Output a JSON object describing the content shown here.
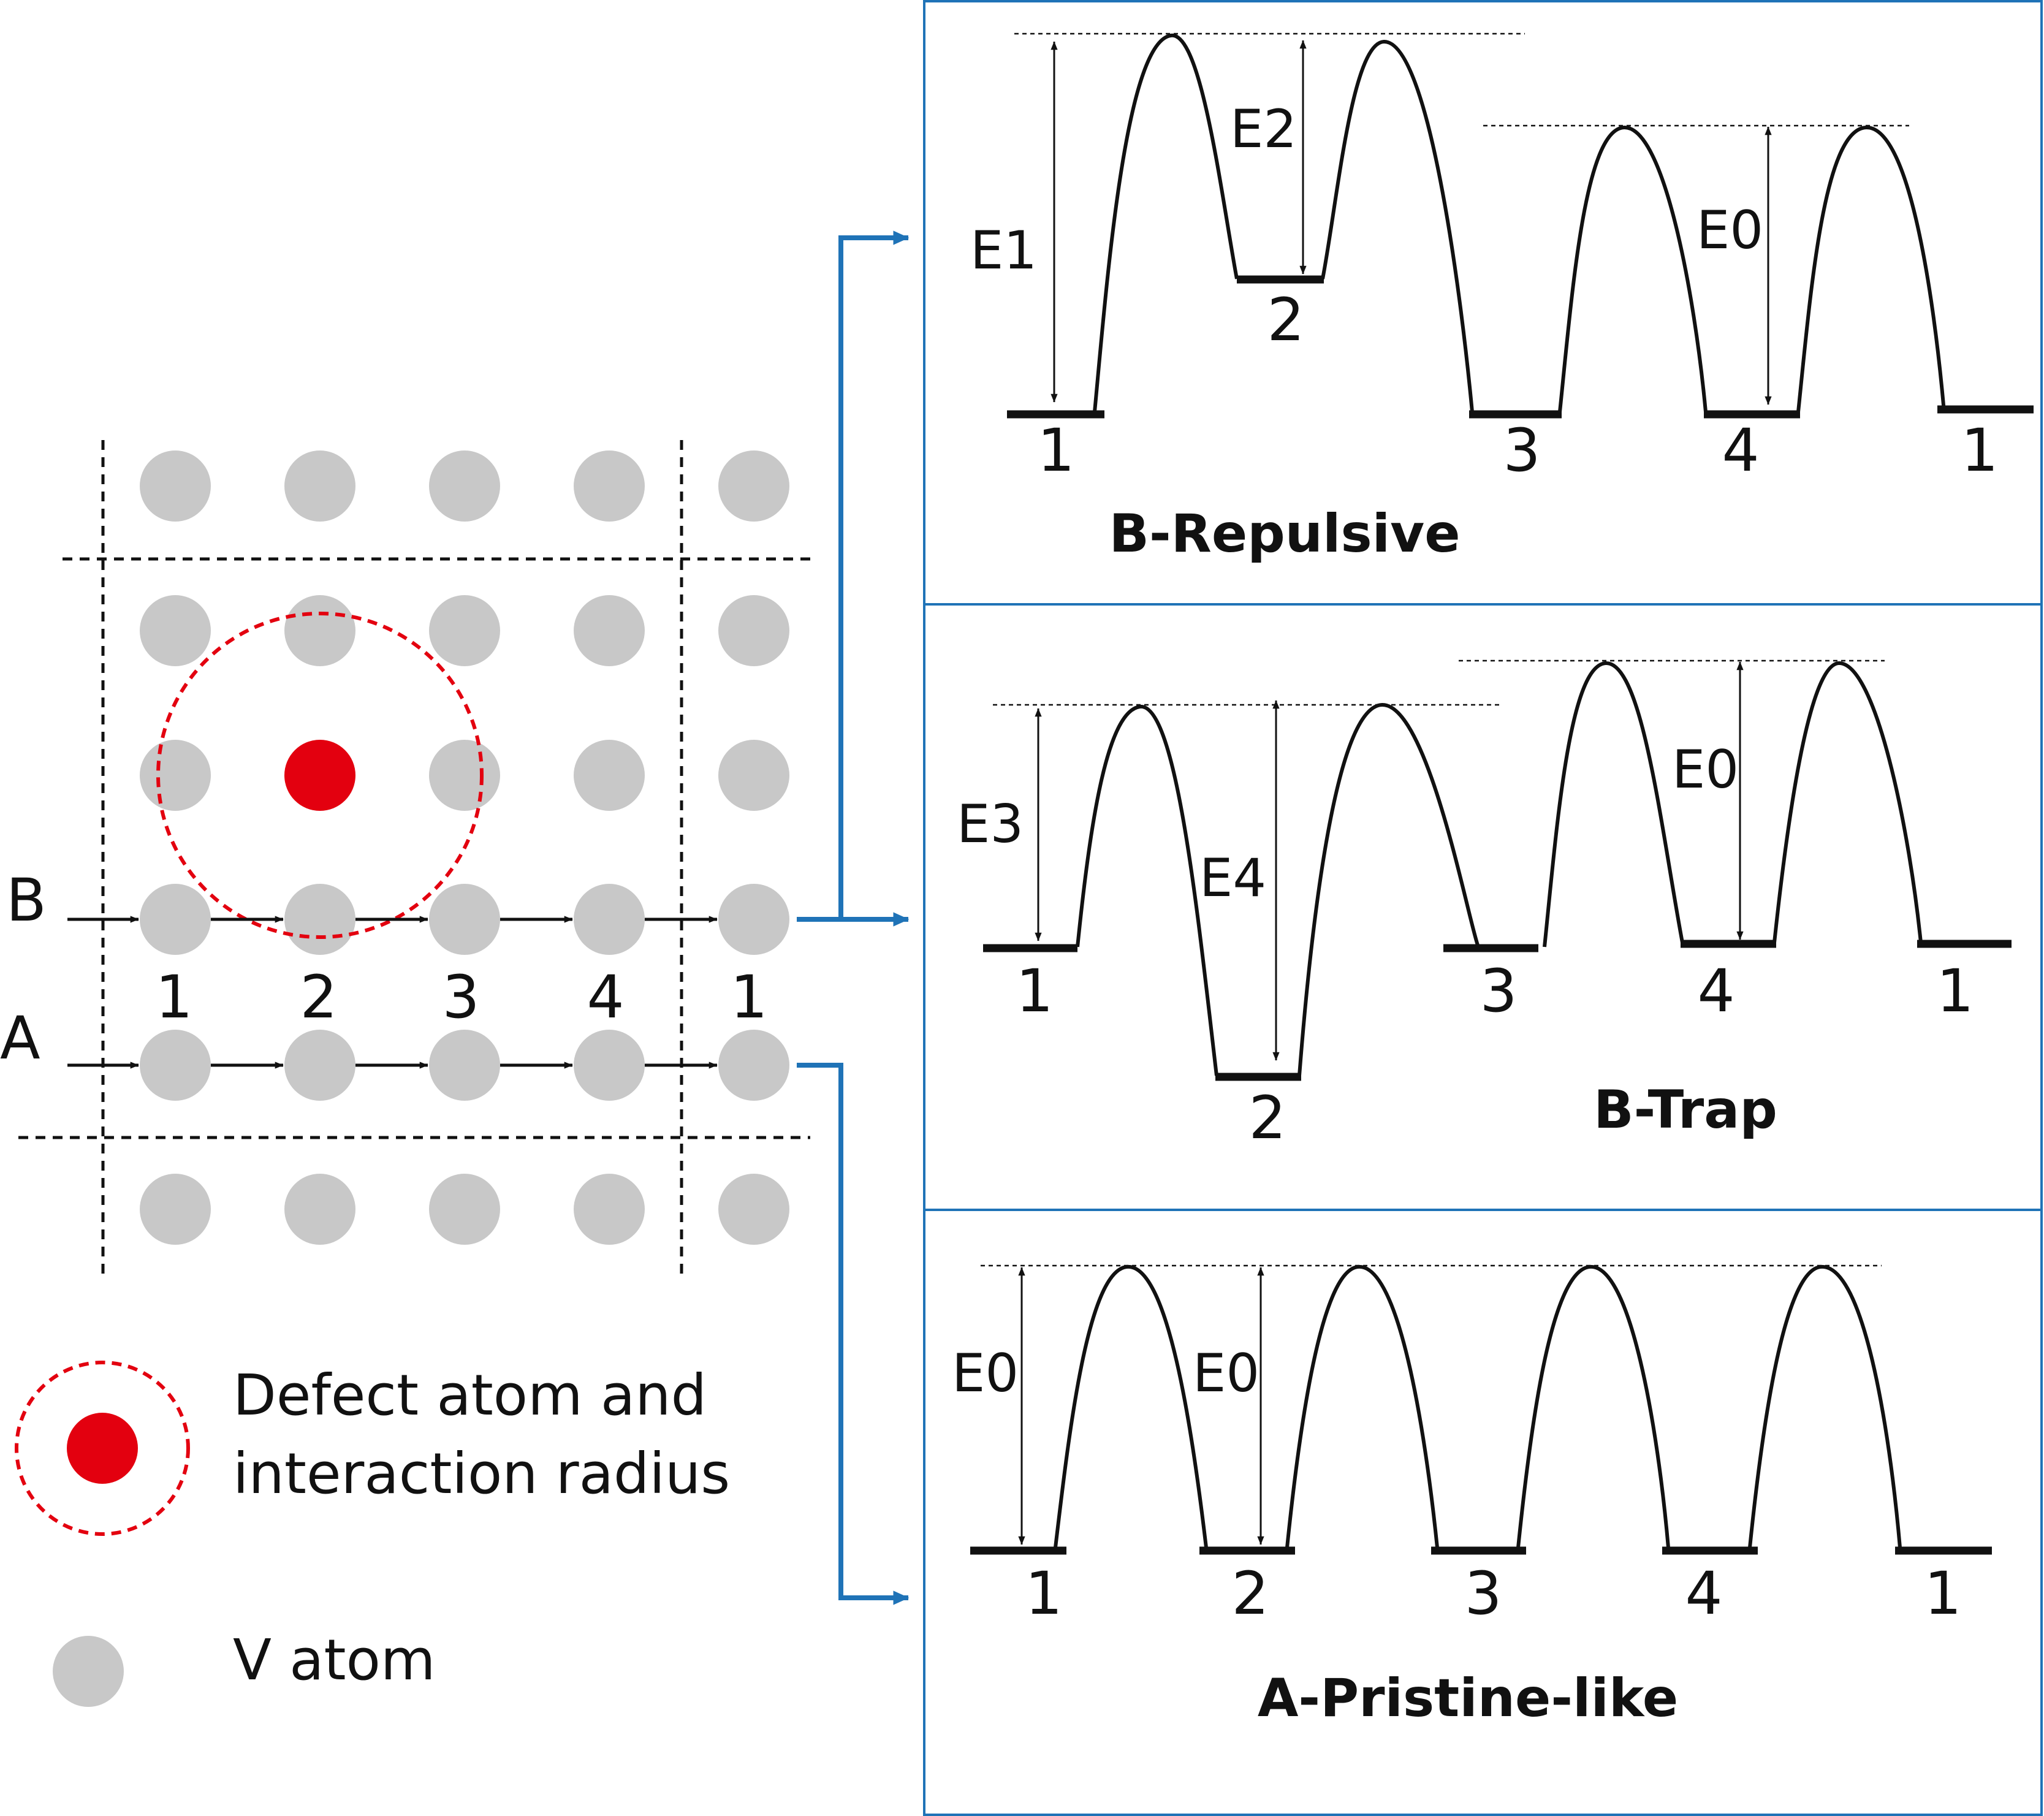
{
  "lattice": {
    "path_b_label": "B",
    "path_a_label": "A",
    "site_labels": [
      "1",
      "2",
      "3",
      "4",
      "1"
    ]
  },
  "panels": [
    {
      "title": "B-Repulsive",
      "well_labels": [
        "1",
        "2",
        "3",
        "4",
        "1"
      ],
      "barrier_labels": [
        "E1",
        "E2",
        "E0"
      ]
    },
    {
      "title": "B-Trap",
      "well_labels": [
        "1",
        "2",
        "3",
        "4",
        "1"
      ],
      "barrier_labels": [
        "E3",
        "E4",
        "E0"
      ]
    },
    {
      "title": "A-Pristine-like",
      "well_labels": [
        "1",
        "2",
        "3",
        "4",
        "1"
      ],
      "barrier_labels": [
        "E0",
        "E0"
      ]
    }
  ],
  "legend": {
    "defect_line1": "Defect atom and",
    "defect_line2": "interaction radius",
    "v_atom": "V atom"
  },
  "colors": {
    "v_atom": "#c8c8c8",
    "defect_atom": "#e3000f",
    "connector": "#1f73b7",
    "panel_border": "#1f73b7"
  }
}
